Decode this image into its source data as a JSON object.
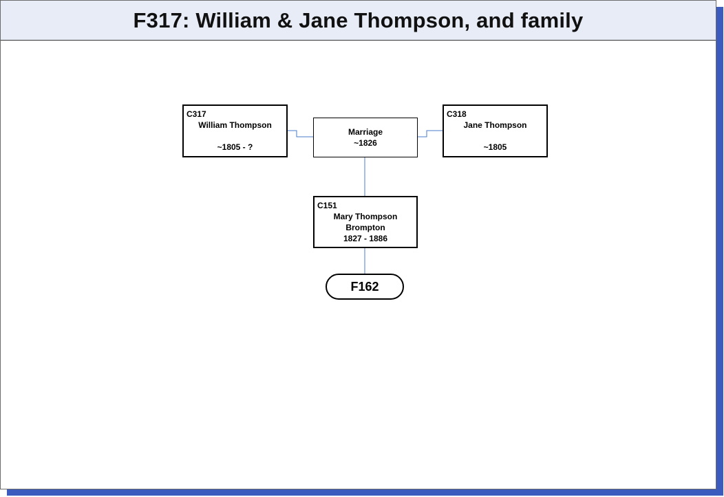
{
  "title": "F317: William & Jane Thompson, and family",
  "father": {
    "code": "C317",
    "name": "William Thompson",
    "dates": "~1805 - ?"
  },
  "mother": {
    "code": "C318",
    "name": "Jane Thompson",
    "dates": "~1805"
  },
  "marriage": {
    "label": "Marriage",
    "date": "~1826"
  },
  "child": {
    "code": "C151",
    "name": "Mary Thompson",
    "surname": "Brompton",
    "dates": "1827 - 1886"
  },
  "child_family_link": {
    "label": "F162"
  },
  "colors": {
    "connector": "#4a7bc8",
    "shadow": "#3b5bbf",
    "title_background": "#e8ecf6"
  }
}
